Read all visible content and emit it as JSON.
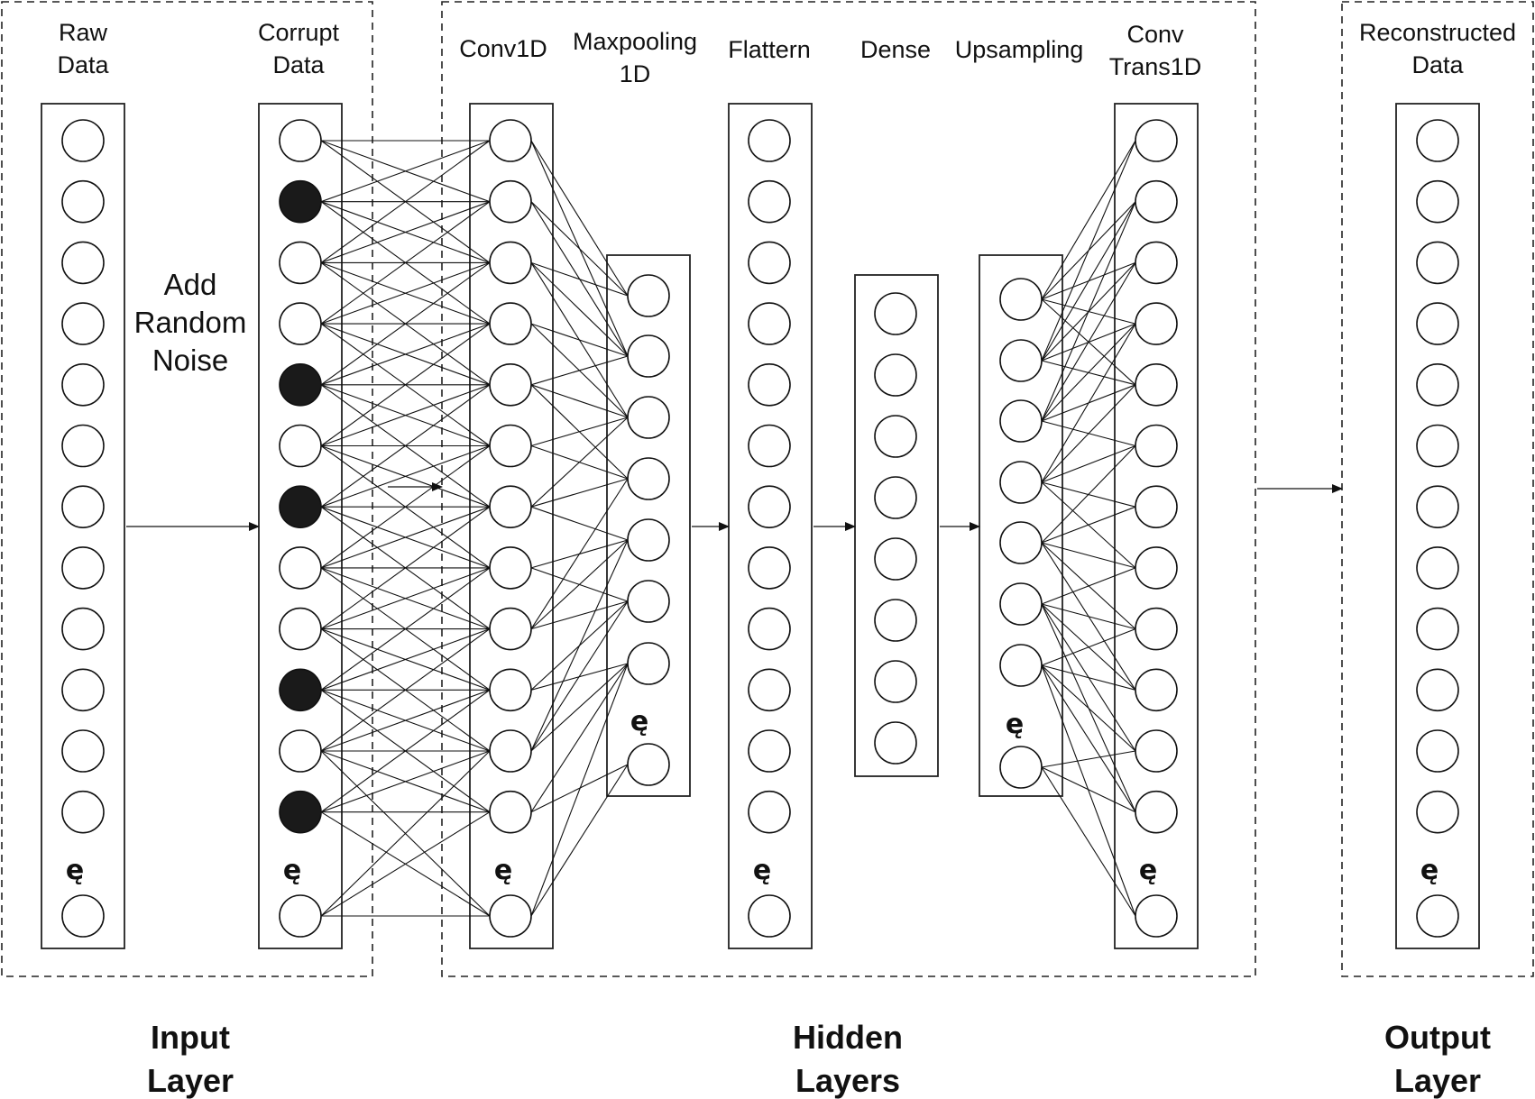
{
  "columns": [
    {
      "id": "raw",
      "label": [
        "Raw",
        "Data"
      ],
      "bias_symbol": "ę"
    },
    {
      "id": "corrupt",
      "label": [
        "Corrupt",
        "Data"
      ],
      "bias_symbol": "ę"
    },
    {
      "id": "conv1d",
      "label": [
        "Conv1D"
      ],
      "bias_symbol": "ę"
    },
    {
      "id": "maxpool",
      "label": [
        "Maxpooling",
        "1D"
      ],
      "bias_symbol": "ę"
    },
    {
      "id": "flatten",
      "label": [
        "Flattern"
      ],
      "bias_symbol": "ę"
    },
    {
      "id": "dense",
      "label": [
        "Dense"
      ],
      "bias_symbol": ""
    },
    {
      "id": "upsample",
      "label": [
        "Upsampling"
      ],
      "bias_symbol": "ę"
    },
    {
      "id": "convtrans",
      "label": [
        "Conv",
        "Trans1D"
      ],
      "bias_symbol": "ę"
    },
    {
      "id": "recon",
      "label": [
        "Reconstructed",
        "Data"
      ],
      "bias_symbol": "ę"
    }
  ],
  "noise_label": [
    "Add",
    "Random",
    "Noise"
  ],
  "corrupted_node_indices": [
    1,
    4,
    6,
    9,
    11
  ],
  "sections": [
    {
      "id": "input",
      "label": [
        "Input",
        "Layer"
      ]
    },
    {
      "id": "hidden",
      "label": [
        "Hidden",
        "Layers"
      ]
    },
    {
      "id": "output",
      "label": [
        "Output",
        "Layer"
      ]
    }
  ],
  "colors": {
    "line": "#111111",
    "corrupted_node": "#1a1a1a",
    "background": "#ffffff"
  }
}
